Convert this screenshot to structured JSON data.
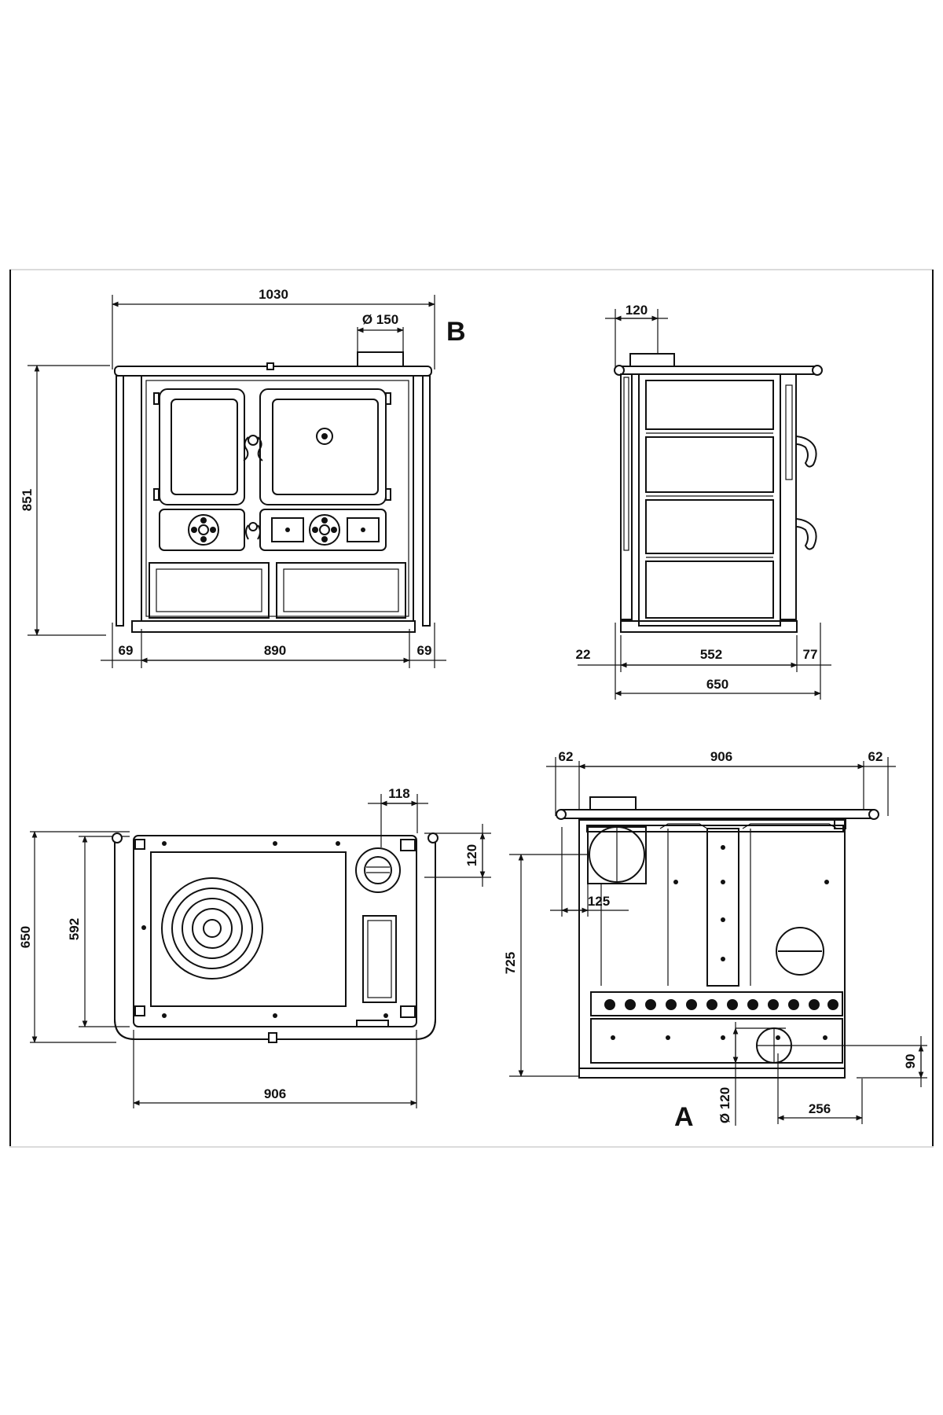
{
  "views": {
    "front": {
      "label": "B",
      "width_total": "1030",
      "flue_diameter": "Ø 150",
      "height": "851",
      "left_offset": "69",
      "inner_width": "890",
      "right_offset": "69"
    },
    "side": {
      "flue_offset": "120",
      "back_gap": "22",
      "body_depth": "552",
      "front_projection": "77",
      "total_depth": "650"
    },
    "top": {
      "depth_total": "650",
      "depth_inner": "592",
      "flue_offset_x": "118",
      "flue_offset_y": "120",
      "width": "906"
    },
    "rear": {
      "label": "A",
      "left_offset": "62",
      "width": "906",
      "right_offset": "62",
      "flue_offset": "125",
      "outlet_height": "725",
      "air_inlet_height": "90",
      "air_inlet_offset": "256",
      "air_inlet_diameter": "Ø 120"
    }
  }
}
